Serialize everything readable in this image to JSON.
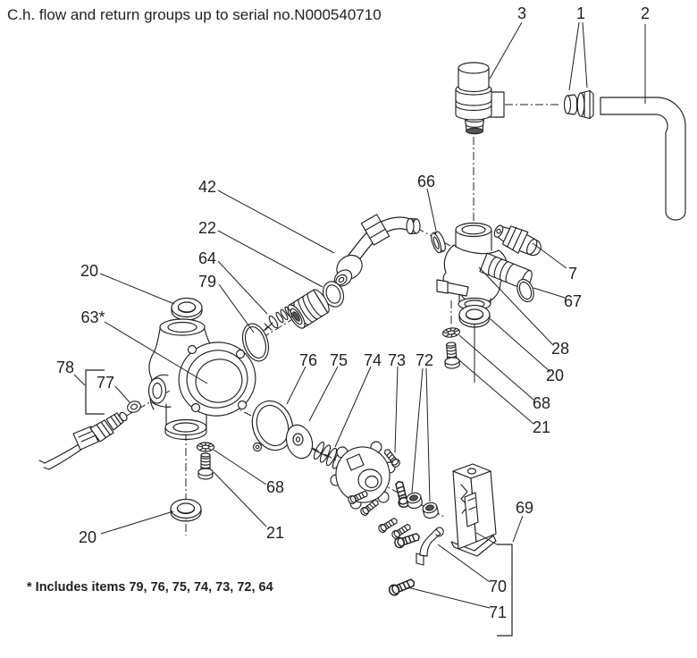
{
  "title": "C.h. flow and return groups up to serial no.N000540710",
  "footnote": "* Includes items 79, 76, 75, 74, 73, 72, 64",
  "colors": {
    "ink": "#231f20",
    "background": "#ffffff"
  },
  "labels": {
    "n1": "1",
    "n2": "2",
    "n3": "3",
    "n7": "7",
    "n20": "20",
    "n21": "21",
    "n22": "22",
    "n28": "28",
    "n42": "42",
    "n63": "63*",
    "n64": "64",
    "n66": "66",
    "n67": "67",
    "n68": "68",
    "n69": "69",
    "n70": "70",
    "n71": "71",
    "n72": "72",
    "n73": "73",
    "n74": "74",
    "n75": "75",
    "n76": "76",
    "n77": "77",
    "n78": "78",
    "n79": "79"
  }
}
